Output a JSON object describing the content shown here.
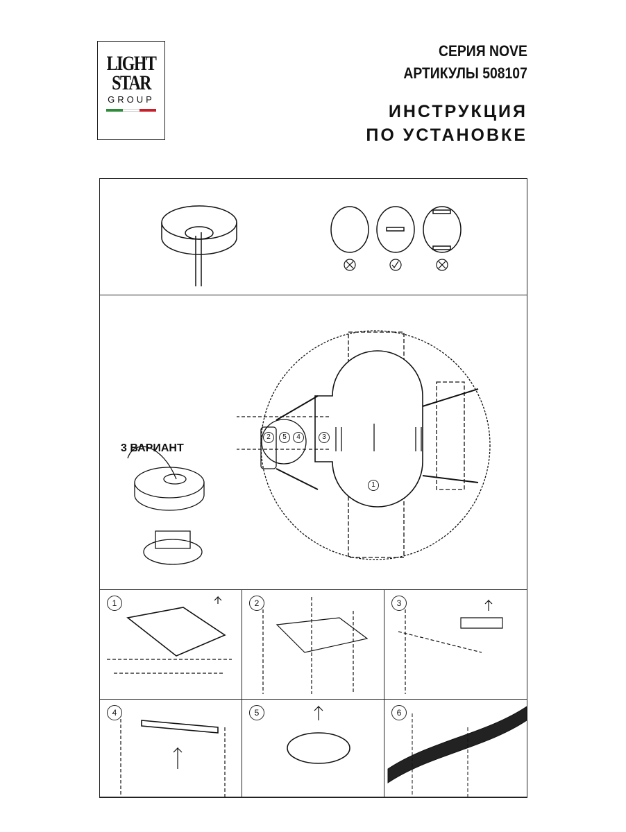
{
  "logo": {
    "line1": "LIGHT",
    "line2": "STAR",
    "line3": "GROUP",
    "flag_colors": [
      "#2e8b3a",
      "#ffffff",
      "#c8202a"
    ]
  },
  "header": {
    "series": "СЕРИЯ NOVE",
    "articles": "АРТИКУЛЫ 508107",
    "title_line1": "ИНСТРУКЦИЯ",
    "title_line2": "ПО УСТАНОВКЕ"
  },
  "top_panel": {
    "options": [
      {
        "status": "wrong",
        "icon": "cross-circle-icon"
      },
      {
        "status": "correct",
        "icon": "check-circle-icon"
      },
      {
        "status": "wrong",
        "icon": "cross-circle-icon"
      }
    ]
  },
  "middle_panel": {
    "variant_label": "3 ВАРИАНТ",
    "callouts": [
      "1",
      "2",
      "5",
      "4",
      "3"
    ]
  },
  "steps": [
    {
      "n": "1"
    },
    {
      "n": "2"
    },
    {
      "n": "3"
    },
    {
      "n": "4"
    },
    {
      "n": "5"
    },
    {
      "n": "6"
    }
  ]
}
